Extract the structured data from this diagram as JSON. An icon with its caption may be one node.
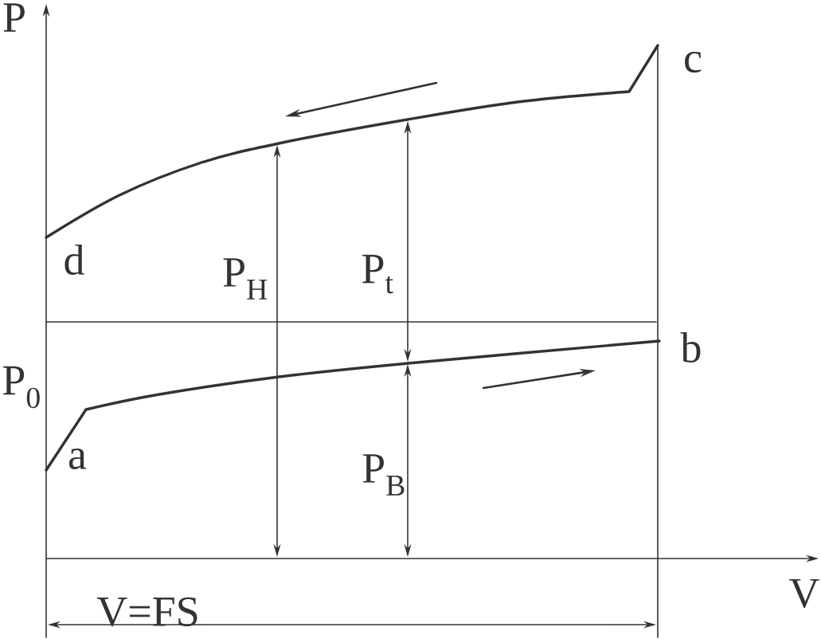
{
  "diagram": {
    "labels": [
      "P",
      "c",
      "d",
      "P$_{H}$",
      "P$_{t}$",
      "b",
      "P$_{0}$",
      "a",
      "P$_{B}$",
      "V",
      "V=FS"
    ]
  }
}
